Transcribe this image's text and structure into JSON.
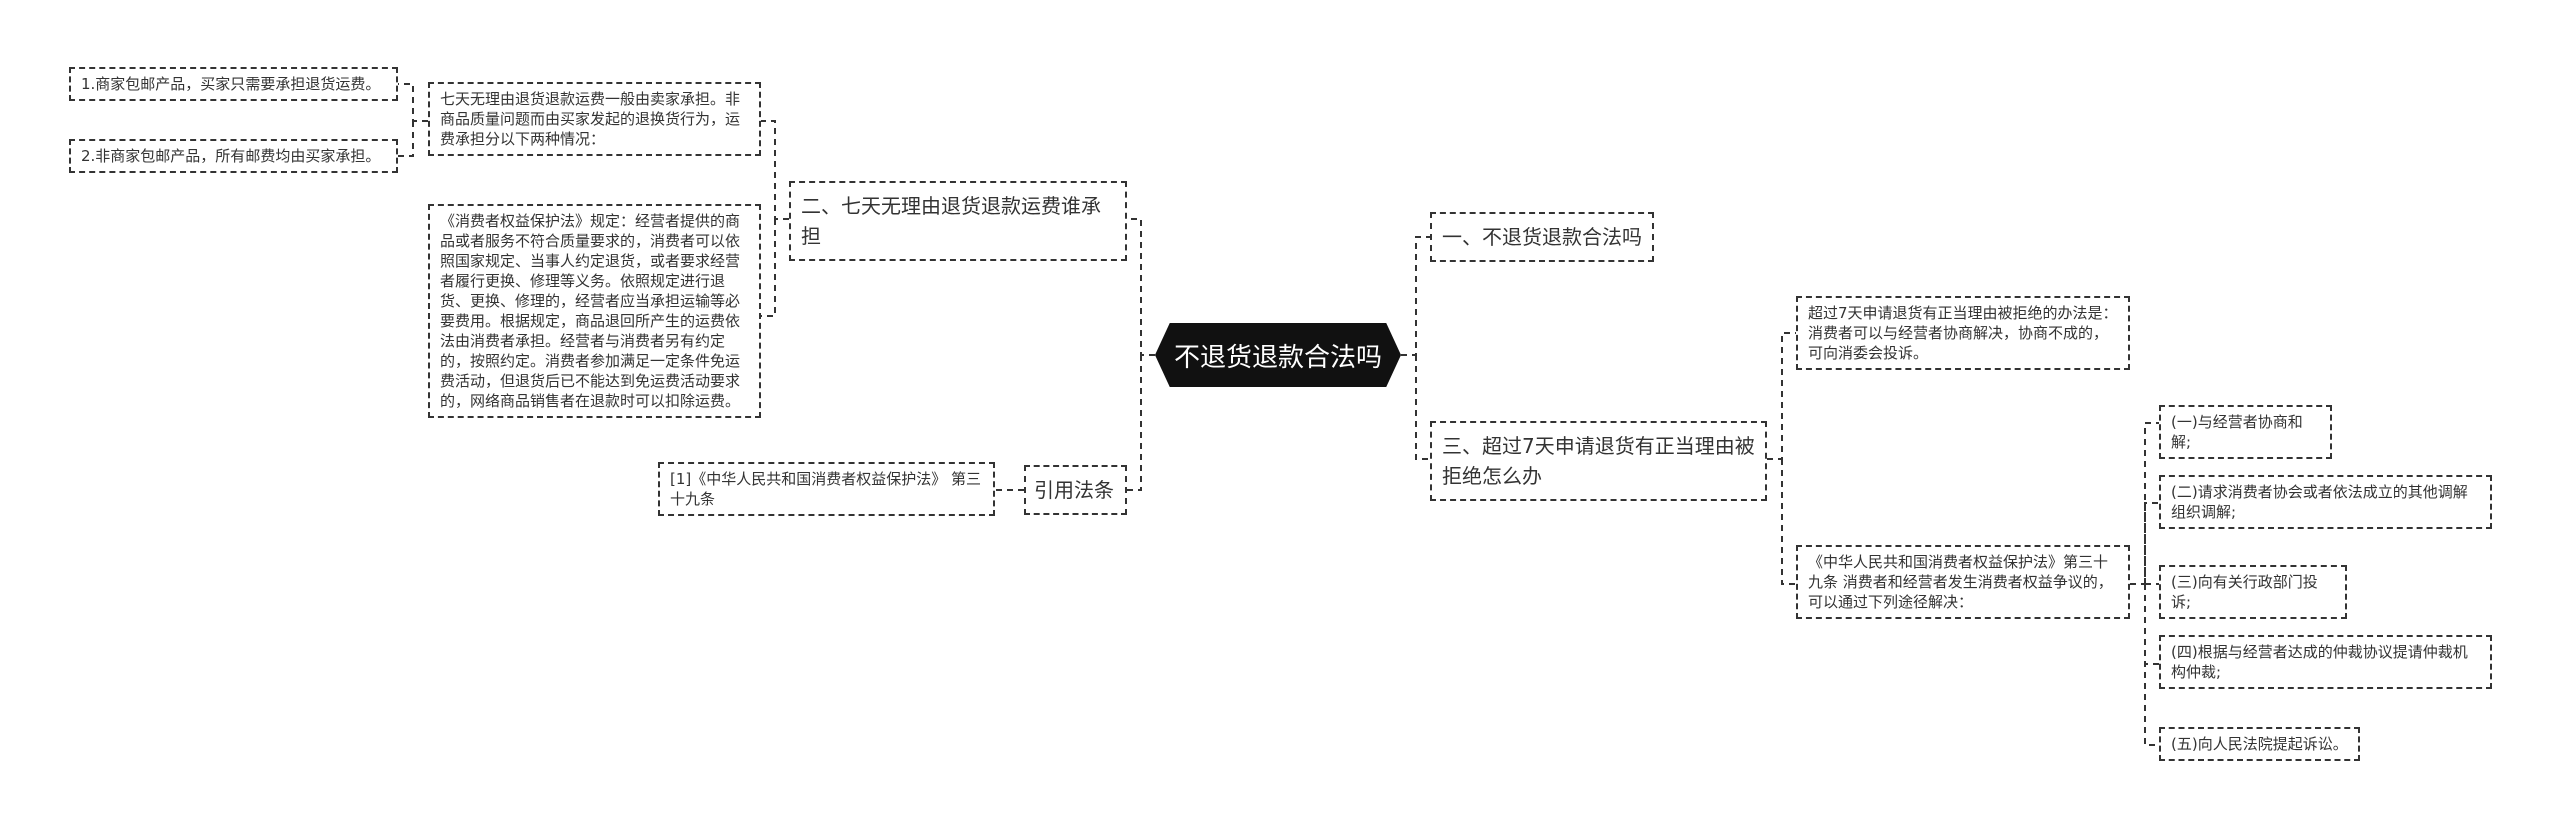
{
  "root": {
    "label": "不退货退款合法吗"
  },
  "left": {
    "branch2": {
      "label": "二、七天无理由退货退款运费谁承担",
      "detail1": "七天无理由退货退款运费一般由卖家承担。非商品质量问题而由买家发起的退换货行为，运费承担分以下两种情况：",
      "cases": [
        "1.商家包邮产品，买家只需要承担退货运费。",
        "2.非商家包邮产品，所有邮费均由买家承担。"
      ],
      "detail2": "《消费者权益保护法》规定：经营者提供的商品或者服务不符合质量要求的，消费者可以依照国家规定、当事人约定退货，或者要求经营者履行更换、修理等义务。依照规定进行退货、更换、修理的，经营者应当承担运输等必要费用。根据规定，商品退回所产生的运费依法由消费者承担。经营者与消费者另有约定的，按照约定。消费者参加满足一定条件免运费活动，但退货后已不能达到免运费活动要求的，网络商品销售者在退款时可以扣除运费。"
    },
    "citation": {
      "label": "引用法条",
      "detail": "[1]《中华人民共和国消费者权益保护法》 第三十九条"
    }
  },
  "right": {
    "branch1": {
      "label": "一、不退货退款合法吗"
    },
    "branch3": {
      "label": "三、超过7天申请退货有正当理由被拒绝怎么办",
      "detail1": "超过7天申请退货有正当理由被拒绝的办法是：消费者可以与经营者协商解决，协商不成的，可向消委会投诉。",
      "detail2": "《中华人民共和国消费者权益保护法》第三十九条 消费者和经营者发生消费者权益争议的，可以通过下列途径解决：",
      "ways": [
        "(一)与经营者协商和解;",
        "(二)请求消费者协会或者依法成立的其他调解组织调解;",
        "(三)向有关行政部门投诉;",
        "(四)根据与经营者达成的仲裁协议提请仲裁机构仲裁;",
        "(五)向人民法院提起诉讼。"
      ]
    }
  }
}
